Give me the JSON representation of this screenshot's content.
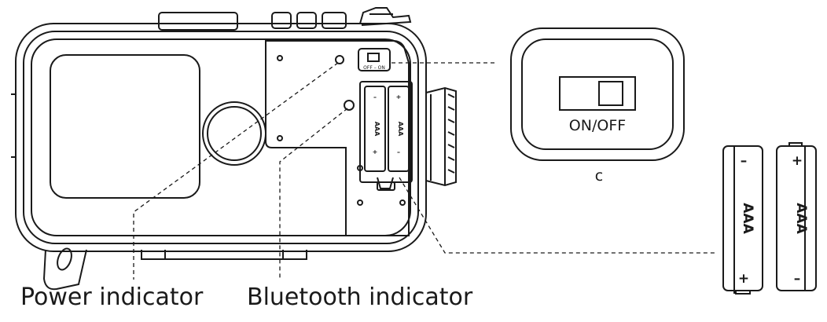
{
  "diagram": {
    "labels": {
      "power_indicator": "Power indicator",
      "bluetooth_indicator": "Bluetooth indicator"
    },
    "switch_callout": {
      "label": "ON/OFF",
      "letter": "c"
    },
    "device_switch_text": "OFF – ON",
    "compartment_batteries": [
      {
        "type": "AAA",
        "top_sign": "–",
        "bottom_sign": "+"
      },
      {
        "type": "AAA",
        "top_sign": "+",
        "bottom_sign": "–"
      }
    ],
    "loose_batteries": [
      {
        "type": "AAA",
        "top_sign": "–",
        "bottom_sign": "+"
      },
      {
        "type": "AAA",
        "top_sign": "+",
        "bottom_sign": "–"
      }
    ],
    "colors": {
      "line": "#1a1a1a",
      "background": "#ffffff"
    }
  }
}
